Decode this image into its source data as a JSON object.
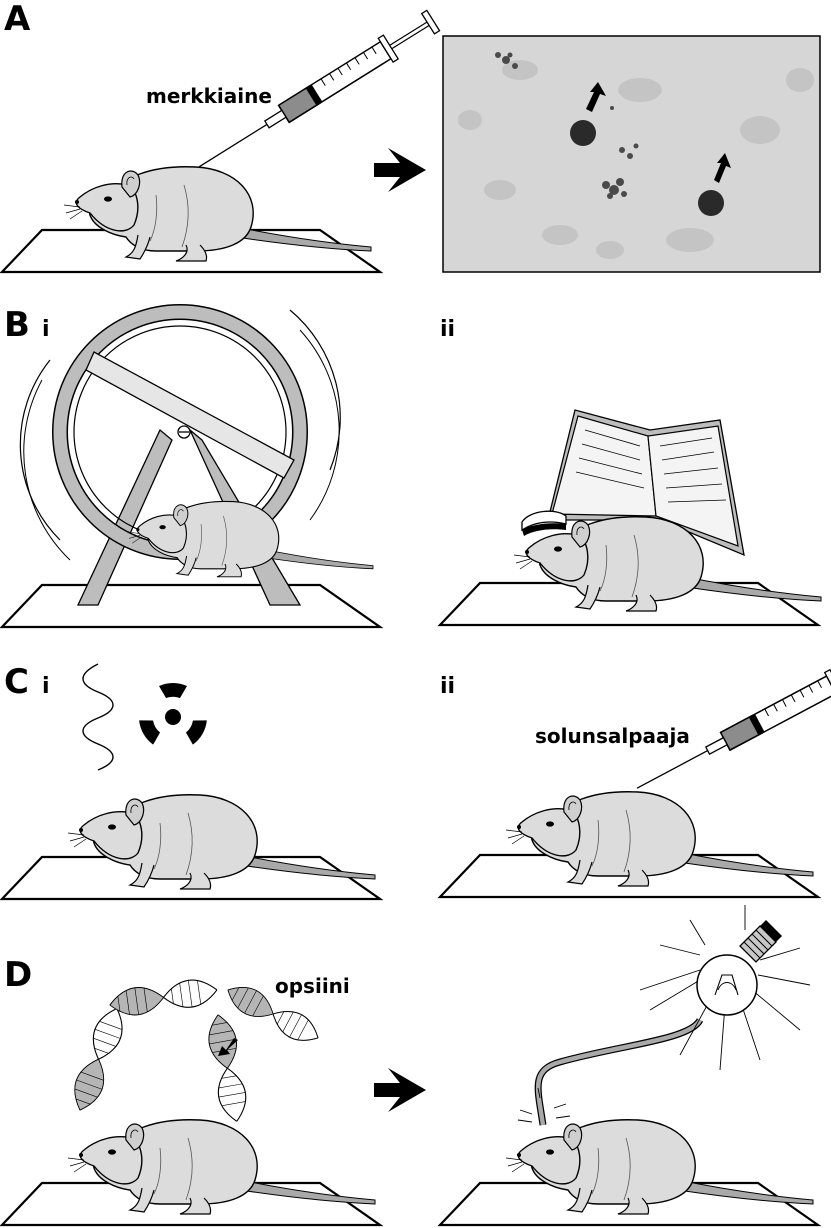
{
  "panels": {
    "a": {
      "letter": "A",
      "label": "merkkiaine"
    },
    "b": {
      "letter": "B",
      "sub_i": "i",
      "sub_ii": "ii"
    },
    "c": {
      "letter": "C",
      "sub_i": "i",
      "sub_ii": "ii",
      "label": "solunsalpaaja"
    },
    "d": {
      "letter": "D",
      "label": "opsiini"
    }
  },
  "colors": {
    "rat_fill": "#dcdcdc",
    "tail_fill": "#a9a9a9",
    "wheel_fill": "#bdbdbd",
    "micro_bg": "#d6d6d6",
    "ink": "#000000"
  },
  "icons": [
    "syringe-icon",
    "arrow-right-icon",
    "hamster-wheel-icon",
    "book-icon",
    "radiation-icon",
    "wave-icon",
    "dna-helix-icon",
    "light-bulb-icon"
  ]
}
